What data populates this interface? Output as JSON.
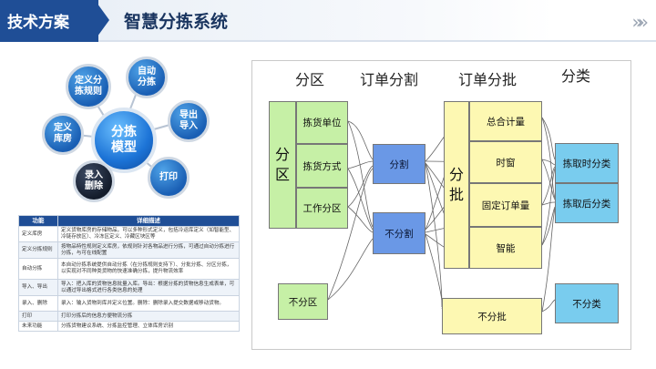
{
  "header": {
    "section": "技术方案",
    "title": "智慧分拣系统",
    "next_glyph": "»»"
  },
  "hub": {
    "center": "分拣\n模型",
    "nodes": [
      {
        "label": "定义分\n拣规则",
        "style": "blue"
      },
      {
        "label": "自动\n分拣",
        "style": "blue"
      },
      {
        "label": "导出\n导入",
        "style": "blue"
      },
      {
        "label": "打印",
        "style": "blue"
      },
      {
        "label": "录入\n删除",
        "style": "dark"
      },
      {
        "label": "定义\n库房",
        "style": "blue"
      }
    ]
  },
  "table": {
    "headers": [
      "功能",
      "详细描述"
    ],
    "rows": [
      [
        "定义库房",
        "定义货物库房的存储物品，可以多种形式定义，包括冷运库定义（如智能型、冷链存放区）、冷冻区定义、冷藏区块区等"
      ],
      [
        "定义分拣规则",
        "按物品特性规则定义库房，依规则针对各物品进行分拣，可通过自动分拣进行分拣，与可在线配置"
      ],
      [
        "自动分拣",
        "本自动分拣系统提供自动分拣（在分拣规则支持下）、分批分拣、分区分拣，以实现对不同种类货物的快速准确分拣，提升物流效率"
      ],
      [
        "导入、导出",
        "导入：把入库的货物信息批量入库。导出：根据分拣的货物信息生成表单，可以通过导出格式进行各类信息的处理"
      ],
      [
        "录入、删除",
        "录入：输入货物到库并定义位置。删除：删除录入提交数据或移动货物。"
      ],
      [
        "打印",
        "打印分拣后的信息方便物流分拣"
      ],
      [
        "未来功能",
        "分拣货物建议系统、分拣监控管理、立体库房识别"
      ]
    ]
  },
  "diagram": {
    "col_headers": [
      "分区",
      "订单分割",
      "订单分批",
      "分类"
    ],
    "zone": {
      "big": "分\n区",
      "items": [
        "拣货单位",
        "拣货方式",
        "工作分区"
      ],
      "none": "不分区"
    },
    "split": {
      "yes": "分割",
      "no": "不分割"
    },
    "batch": {
      "big": "分\n批",
      "items": [
        "总合计量",
        "时窗",
        "固定订单量",
        "智能"
      ],
      "none": "不分批"
    },
    "classify": {
      "items": [
        "拣取时分类",
        "拣取后分类"
      ],
      "none": "不分类"
    }
  }
}
